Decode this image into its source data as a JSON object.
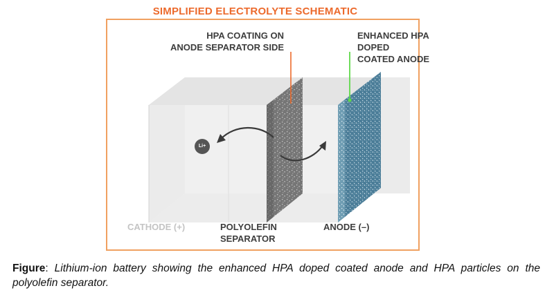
{
  "title": "SIMPLIFIED ELECTROLYTE SCHEMATIC",
  "labels": {
    "hpa_coating_line1": "HPA COATING ON",
    "hpa_coating_line2": "ANODE SEPARATOR SIDE",
    "enhanced_line1": "ENHANCED HPA DOPED",
    "enhanced_line2": "COATED ANODE",
    "cathode": "CATHODE (+)",
    "separator_line1": "POLYOLEFIN",
    "separator_line2": "SEPARATOR",
    "anode": "ANODE (–)",
    "ion": "Li+"
  },
  "caption": {
    "lead": "Figure",
    "colon": ":",
    "text": " Lithium-ion battery showing the enhanced HPA doped coated anode and HPA particles on the polyolefin separator."
  },
  "colors": {
    "accent": "#ec6a2c",
    "frame": "#f0a060",
    "green_pointer": "#5fd94a",
    "anode": "#4e7f99",
    "separator": "#6f6f6f"
  }
}
